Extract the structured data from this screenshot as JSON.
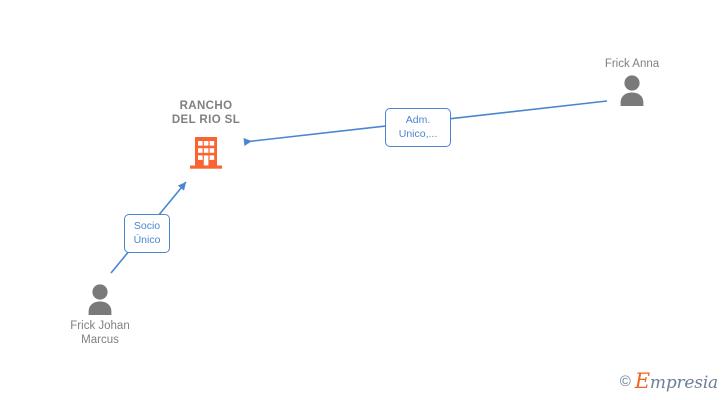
{
  "diagram": {
    "type": "corporate-relationship-graph",
    "background_color": "#ffffff",
    "accent_color": "#4a86d0",
    "company_color": "#fa6432",
    "person_color": "#7a7a7a",
    "label_text_color": "#808080"
  },
  "company": {
    "name": "RANCHO\nDEL RIO  SL",
    "icon": "building-icon",
    "color": "#fa6432"
  },
  "people": [
    {
      "id": "anna",
      "name": "Frick Anna",
      "icon": "person-avatar-icon"
    },
    {
      "id": "johan",
      "name": "Frick Johan\nMarcus",
      "icon": "person-avatar-icon"
    }
  ],
  "edges": [
    {
      "id": "edge-adm",
      "from": "anna",
      "to": "company",
      "label": "Adm.\nUnico,...",
      "color": "#4a86d0"
    },
    {
      "id": "edge-socio",
      "from": "johan",
      "to": "company",
      "label": "Socio\nÚnico",
      "color": "#4a86d0"
    }
  ],
  "watermark": {
    "copyright": "©",
    "brand_initial": "E",
    "brand_rest": "mpresia",
    "initial_color": "#f26522",
    "text_color": "#6b7f96"
  }
}
